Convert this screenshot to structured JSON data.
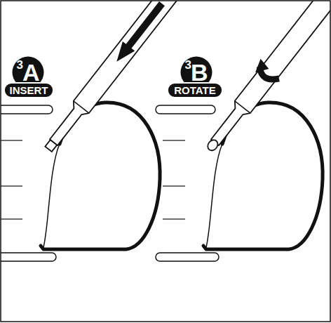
{
  "diagram": {
    "nodes": [
      {
        "text": [
          "3",
          "A"
        ]
      },
      {
        "text": [
          "INSERT"
        ]
      },
      {
        "text": [
          "3",
          "B"
        ]
      },
      {
        "text": [
          "ROTATE"
        ]
      }
    ]
  }
}
